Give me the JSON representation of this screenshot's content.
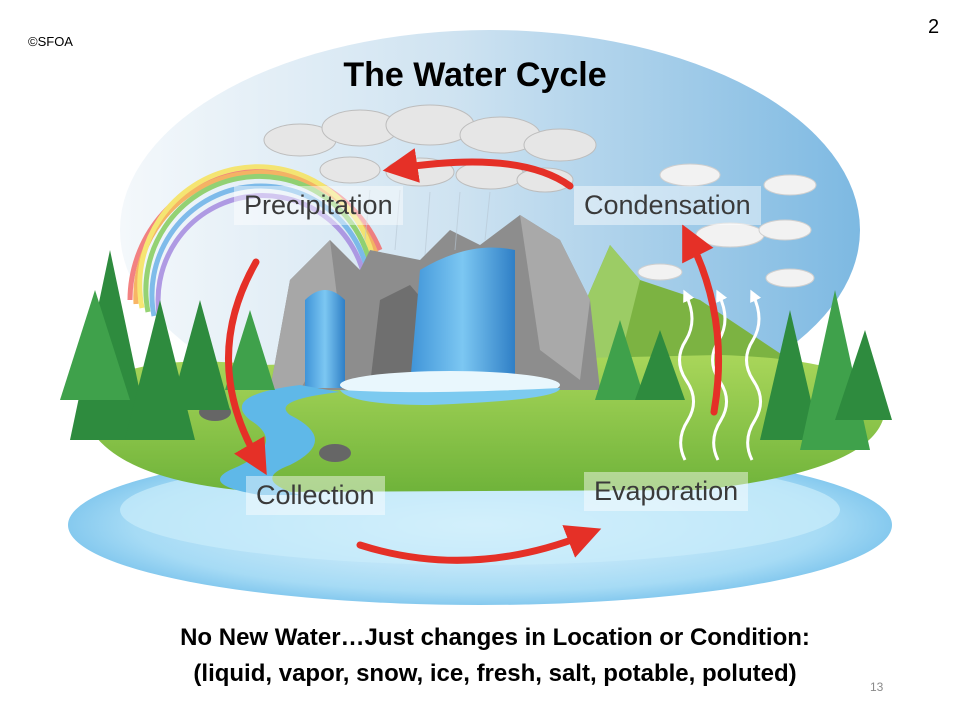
{
  "copyright": "©SFOA",
  "slide_number": "2",
  "page_number": "13",
  "title": "The Water Cycle",
  "stages": {
    "precipitation": "Precipitation",
    "condensation": "Condensation",
    "collection": "Collection",
    "evaporation": "Evaporation"
  },
  "caption": {
    "line1": "No New Water…Just changes in Location or Condition:",
    "line2": "(liquid, vapor, snow, ice, fresh, salt, potable, poluted)"
  },
  "colors": {
    "arrow": "#e53027",
    "sky": "#8fc4e6",
    "grass": "#8cc63f",
    "water": "#4aa3df",
    "trees": "#2e8b3e",
    "rock": "#8d8d8d"
  },
  "icons": [
    "rainbow-icon",
    "cloud-icon",
    "waterfall-icon",
    "tree-icon",
    "mountain-icon",
    "vapor-arrow-icon",
    "cycle-arrow-icon"
  ]
}
